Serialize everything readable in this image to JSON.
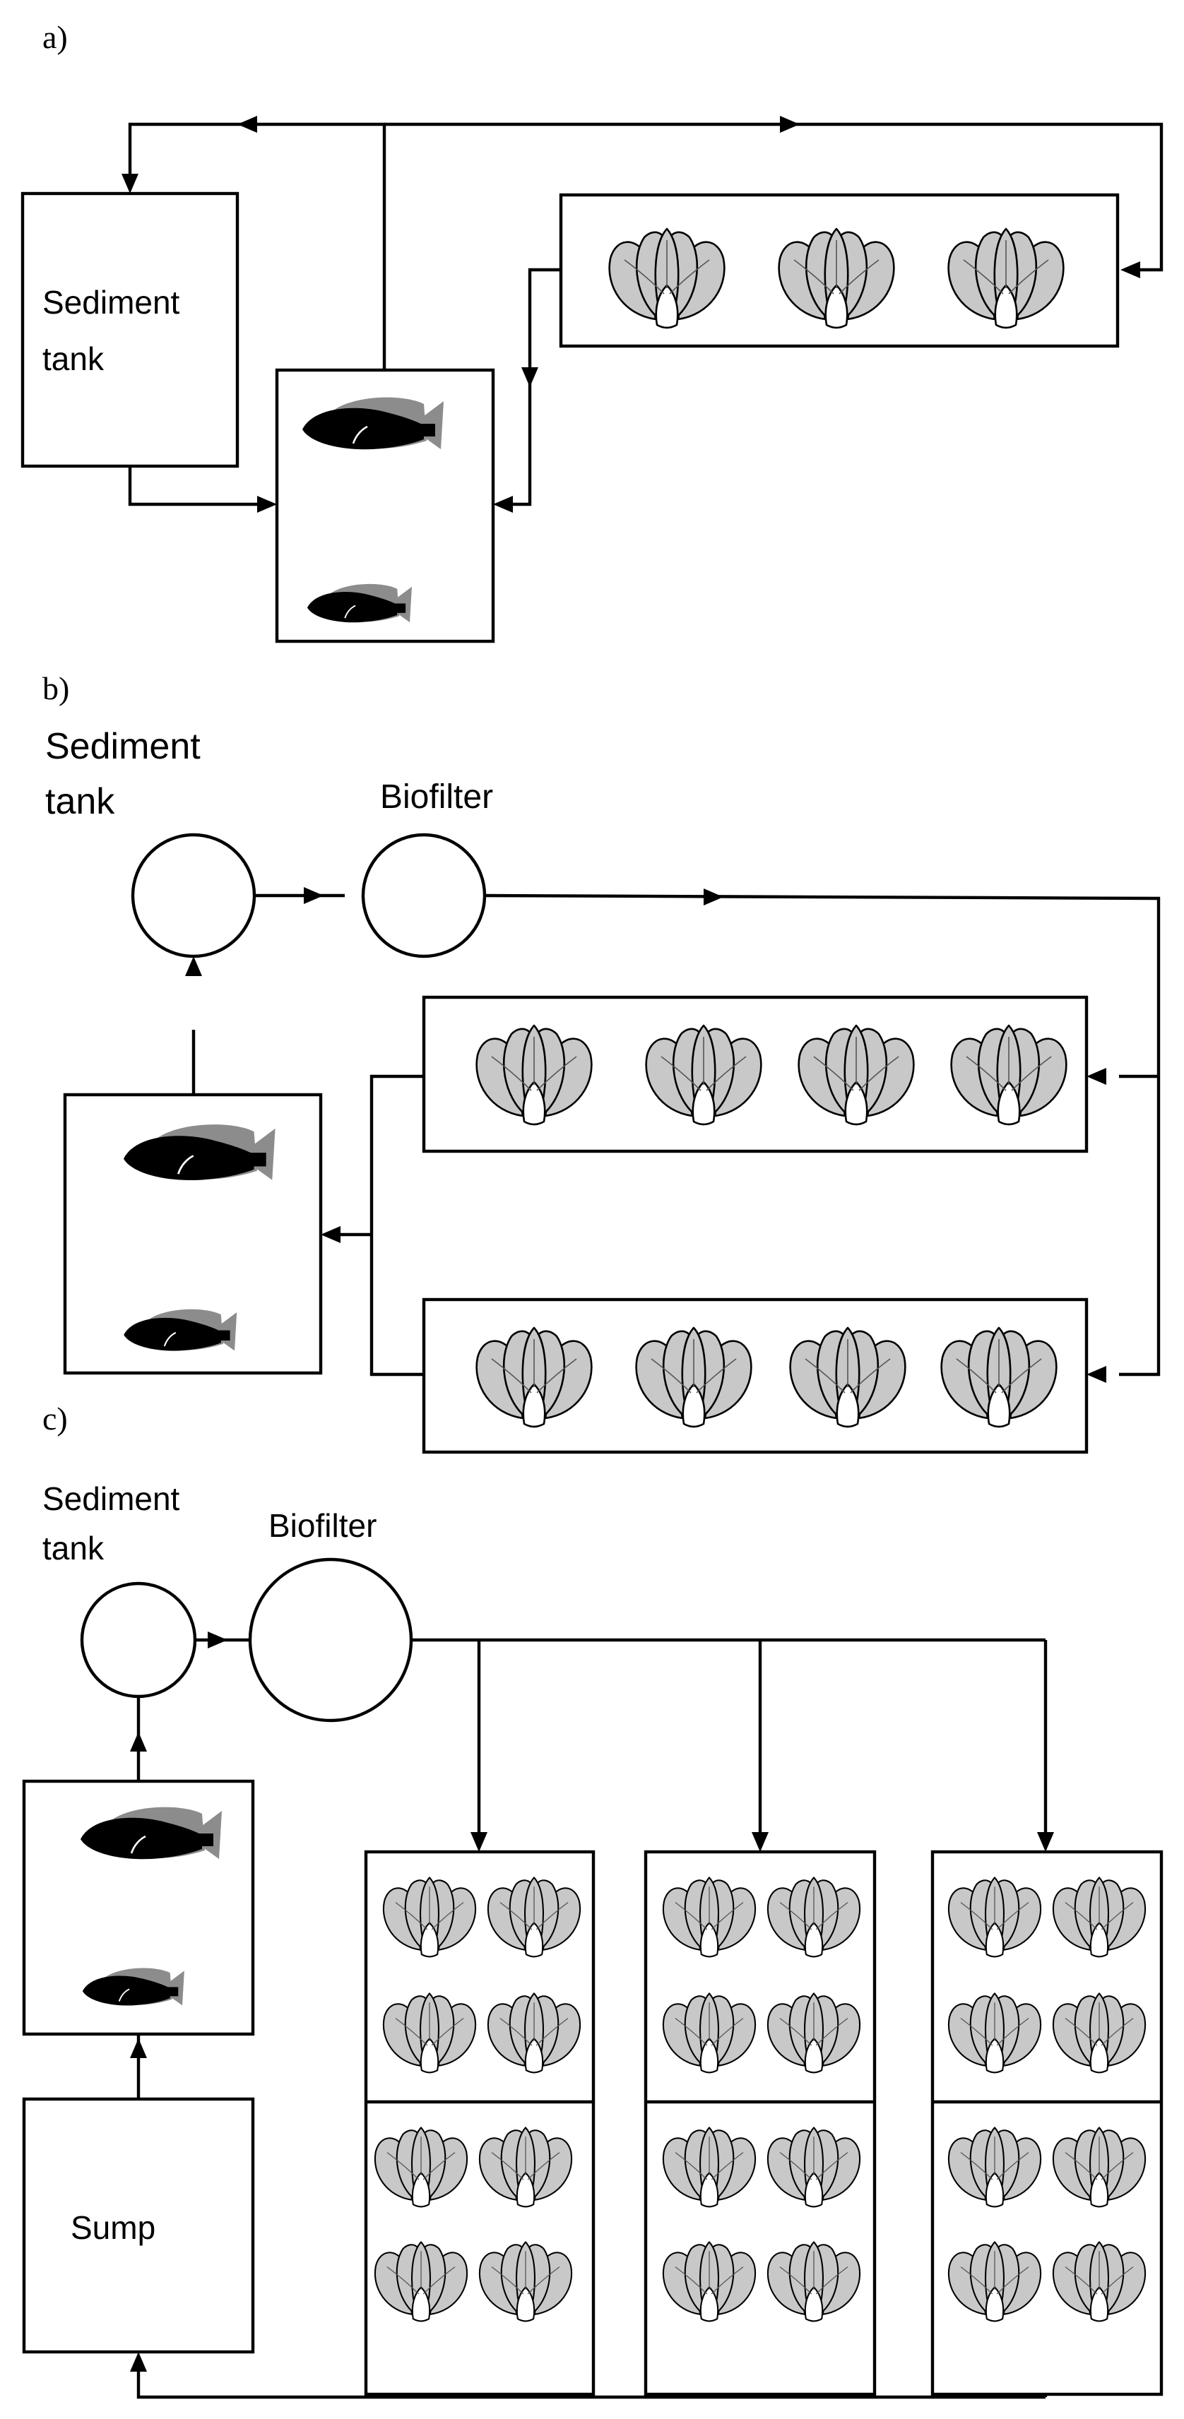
{
  "panels": [
    {
      "label": "a)",
      "sediment_tank_label_line1": "Sediment",
      "sediment_tank_label_line2": "tank"
    },
    {
      "label": "b)",
      "sediment_tank_label_line1": "Sediment",
      "sediment_tank_label_line2": "tank",
      "biofilter_label": "Biofilter"
    },
    {
      "label": "c)",
      "sediment_tank_label_line1": "Sediment",
      "sediment_tank_label_line2": "tank",
      "biofilter_label": "Biofilter",
      "sump_label": "Sump"
    }
  ],
  "colors": {
    "line": "#000000",
    "plant_fill": "#c8c8c8",
    "fish_body": "#000000",
    "fish_shadow": "#8c8c8c",
    "background": "#ffffff"
  },
  "icons": {
    "plant": "lettuce-plant-icon",
    "fish": "tilapia-fish-icon"
  }
}
